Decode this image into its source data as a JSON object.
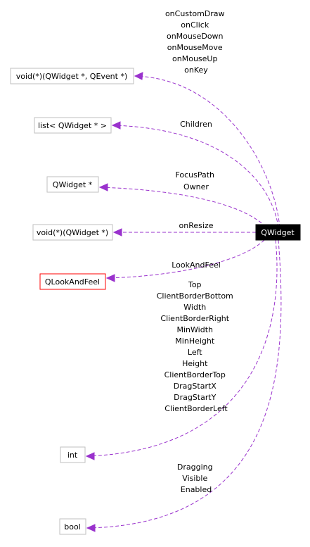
{
  "diagram": {
    "main_node": {
      "label": "QWidget"
    },
    "nodes": [
      {
        "id": "callback",
        "label": "void(*)(QWidget *, QEvent *)"
      },
      {
        "id": "children",
        "label": "list< QWidget * >"
      },
      {
        "id": "qwidget_ptr",
        "label": "QWidget *"
      },
      {
        "id": "resize_cb",
        "label": "void(*)(QWidget *)"
      },
      {
        "id": "lookandfeel",
        "label": "QLookAndFeel",
        "highlight_color": "#ff0000"
      },
      {
        "id": "int",
        "label": "int"
      },
      {
        "id": "bool",
        "label": "bool"
      }
    ],
    "edges": [
      {
        "to": "callback",
        "labels": [
          "onCustomDraw",
          "onClick",
          "onMouseDown",
          "onMouseMove",
          "onMouseUp",
          "onKey"
        ]
      },
      {
        "to": "children",
        "labels": [
          "Children"
        ]
      },
      {
        "to": "qwidget_ptr",
        "labels": [
          "FocusPath",
          "Owner"
        ]
      },
      {
        "to": "resize_cb",
        "labels": [
          "onResize"
        ]
      },
      {
        "to": "lookandfeel",
        "labels": [
          "LookAndFeel"
        ]
      },
      {
        "to": "int",
        "labels": [
          "Top",
          "ClientBorderBottom",
          "Width",
          "ClientBorderRight",
          "MinWidth",
          "MinHeight",
          "Left",
          "Height",
          "ClientBorderTop",
          "DragStartX",
          "DragStartY",
          "ClientBorderLeft"
        ]
      },
      {
        "to": "bool",
        "labels": [
          "Dragging",
          "Visible",
          "Enabled"
        ]
      }
    ],
    "edge_color": "#9a32cd"
  }
}
